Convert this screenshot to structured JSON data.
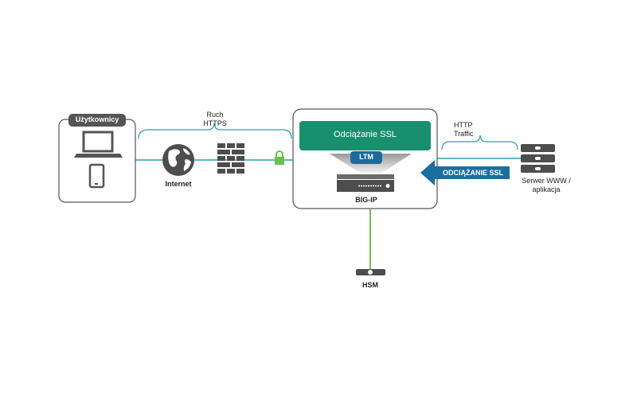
{
  "users": {
    "label": "Użytkownicy"
  },
  "internet": {
    "label": "Internet"
  },
  "https_traffic": {
    "line1": "Ruch",
    "line2": "HTTPS"
  },
  "bigip": {
    "label": "BIG-IP",
    "module_label": "Odciążanie SSL",
    "ltm_label": "LTM"
  },
  "http_traffic": {
    "line1": "HTTP",
    "line2": "Traffic"
  },
  "offload_arrow": {
    "label": "ODCIĄŻANIE SSL"
  },
  "server": {
    "line1": "Serwer WWW /",
    "line2": "aplikacja"
  },
  "hsm": {
    "label": "HSM"
  },
  "colors": {
    "teal_line": "#2aa1b5",
    "green_box": "#18906d",
    "ltm_blue": "#1e6a9a",
    "arrow_blue": "#1b6ea0",
    "hsm_line": "#6cc04a",
    "lock_green": "#6cc04a",
    "icon_gray": "#4d4d4d"
  }
}
